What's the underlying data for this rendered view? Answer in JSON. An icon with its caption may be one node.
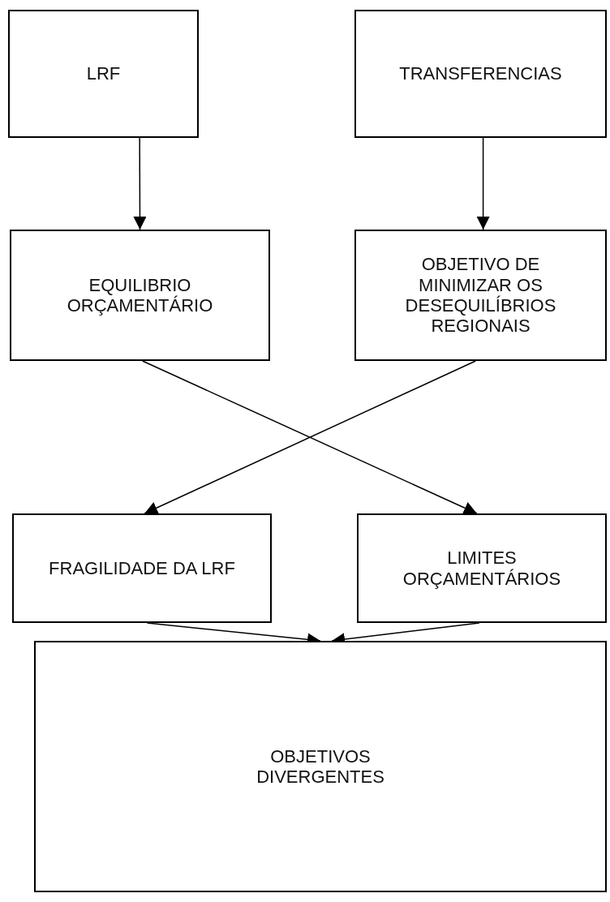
{
  "diagram": {
    "nodes": [
      {
        "text": [
          "LRF"
        ]
      },
      {
        "text": [
          "TRANSFERENCIAS"
        ]
      },
      {
        "text": [
          "EQUILIBRIO ORÇAMENTÁRIO"
        ]
      },
      {
        "text": [
          "OBJETIVO DE MINIMIZAR OS DESEQUILÍBRIOS REGIONAIS"
        ]
      },
      {
        "text": [
          "FRAGILIDADE DA LRF"
        ]
      },
      {
        "text": [
          "LIMITES ORÇAMENTÁRIOS"
        ]
      },
      {
        "text": [
          "OBJETIVOS DIVERGENTES"
        ]
      }
    ],
    "edges": [
      {
        "from": 0,
        "to": 2,
        "arrow": "to"
      },
      {
        "from": 1,
        "to": 3,
        "arrow": "to"
      },
      {
        "from": 2,
        "to": 5,
        "arrow": "to"
      },
      {
        "from": 3,
        "to": 4,
        "arrow": "to"
      },
      {
        "from": 4,
        "to": 6,
        "arrow": "to"
      },
      {
        "from": 5,
        "to": 6,
        "arrow": "to"
      }
    ]
  }
}
